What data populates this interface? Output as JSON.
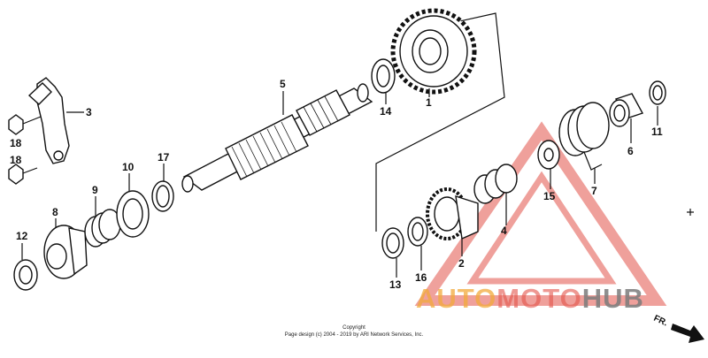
{
  "diagram": {
    "callouts": {
      "c1": "1",
      "c2": "2",
      "c3": "3",
      "c4": "4",
      "c5": "5",
      "c6": "6",
      "c7": "7",
      "c8": "8",
      "c9": "9",
      "c10": "10",
      "c11": "11",
      "c12": "12",
      "c13": "13",
      "c14": "14",
      "c15": "15",
      "c16": "16",
      "c17": "17",
      "c18a": "18",
      "c18b": "18"
    },
    "direction_label": "FR.",
    "copyright_line1": "Copyright",
    "copyright_line2": "Page design (c) 2004 - 2019 by ARI Network Services, Inc."
  },
  "watermark": {
    "part1": "AUTO",
    "part2": "MOTO",
    "part3": "HUB",
    "color_orange": "#f2a93b",
    "color_gray": "#7b7b7b",
    "color_red": "#e2534a"
  }
}
